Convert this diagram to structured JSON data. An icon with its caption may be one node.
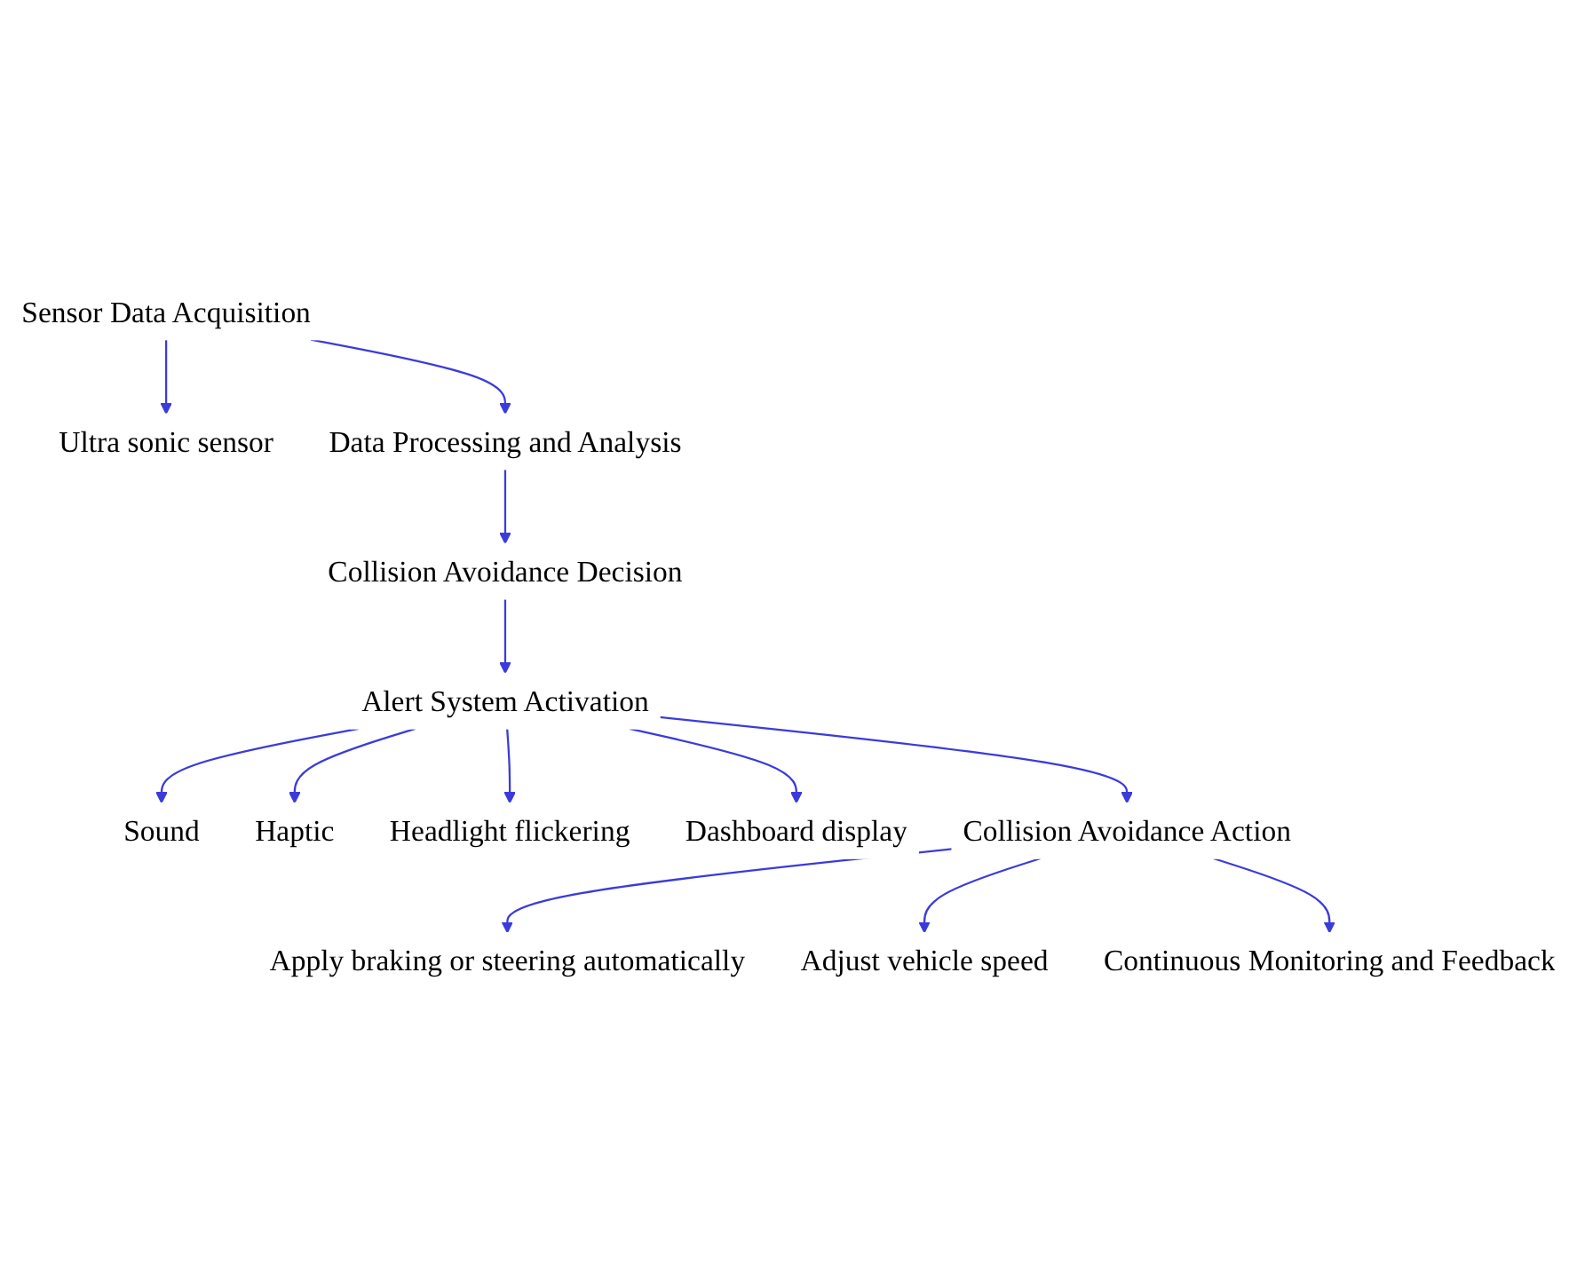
{
  "diagram": {
    "nodes": [
      {
        "text": [
          "Sensor Data Acquisition"
        ]
      },
      {
        "text": [
          "Ultra sonic sensor"
        ]
      },
      {
        "text": [
          "Data Processing and Analysis"
        ]
      },
      {
        "text": [
          "Collision Avoidance Decision"
        ]
      },
      {
        "text": [
          "Alert System Activation"
        ]
      },
      {
        "text": [
          "Sound"
        ]
      },
      {
        "text": [
          "Haptic"
        ]
      },
      {
        "text": [
          "Headlight flickering"
        ]
      },
      {
        "text": [
          "Dashboard display"
        ]
      },
      {
        "text": [
          "Collision Avoidance Action"
        ]
      },
      {
        "text": [
          "Apply braking or steering automatically"
        ]
      },
      {
        "text": [
          "Adjust vehicle speed"
        ]
      },
      {
        "text": [
          "Continuous Monitoring and Feedback"
        ]
      }
    ],
    "edges": [
      {
        "from": 0,
        "to": 1,
        "arrow": "to"
      },
      {
        "from": 0,
        "to": 2,
        "arrow": "to"
      },
      {
        "from": 2,
        "to": 3,
        "arrow": "to"
      },
      {
        "from": 3,
        "to": 4,
        "arrow": "to"
      },
      {
        "from": 4,
        "to": 5,
        "arrow": "to"
      },
      {
        "from": 4,
        "to": 6,
        "arrow": "to"
      },
      {
        "from": 4,
        "to": 7,
        "arrow": "to"
      },
      {
        "from": 4,
        "to": 8,
        "arrow": "to"
      },
      {
        "from": 4,
        "to": 9,
        "arrow": "to"
      },
      {
        "from": 9,
        "to": 10,
        "arrow": "to"
      },
      {
        "from": 9,
        "to": 11,
        "arrow": "to"
      },
      {
        "from": 9,
        "to": 12,
        "arrow": "to"
      }
    ]
  }
}
